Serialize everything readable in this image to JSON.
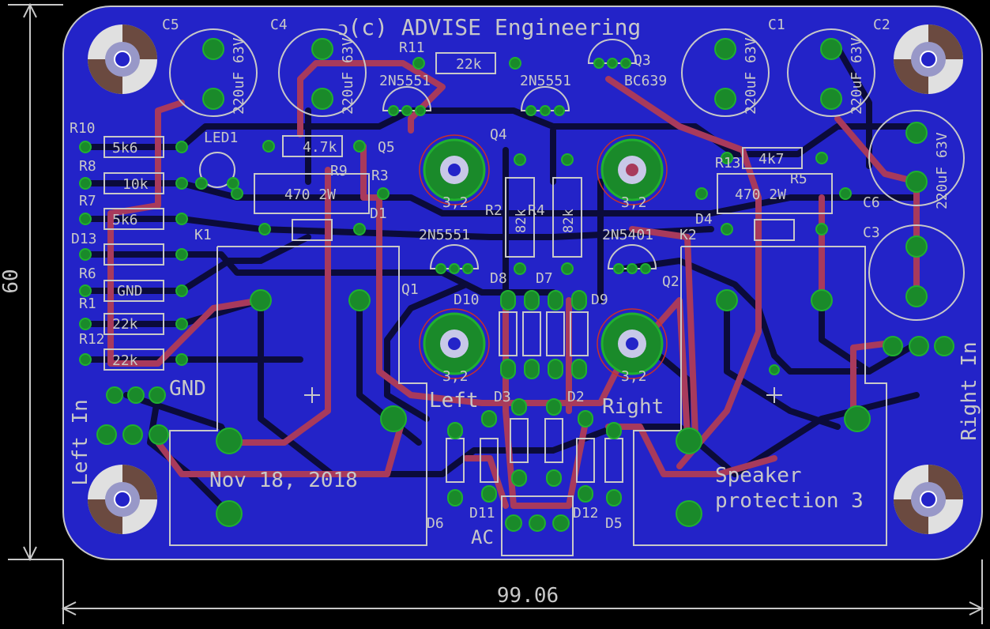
{
  "board": {
    "copyright": "ↄ(c) ADVISE Engineering",
    "date": "Nov 18, 2018",
    "title_line1": "Speaker",
    "title_line2": "protection 3",
    "left_in": "Left In",
    "right_in": "Right In",
    "gnd": "GND",
    "left": "Left",
    "right": "Right",
    "ac": "AC",
    "colors": {
      "background": "#000000",
      "board_fill": "#2323c8",
      "top_trace": "#a83a5c",
      "bottom_trace": "#0b0b3a",
      "pad": "#1a8a2a",
      "silkscreen": "#c8c8c8"
    }
  },
  "dimensions": {
    "width": "99.06",
    "height": "60"
  },
  "capacitors": [
    {
      "ref": "C5",
      "value": "220uF 63V"
    },
    {
      "ref": "C4",
      "value": "220uF 63V"
    },
    {
      "ref": "C1",
      "value": "220uF 63V"
    },
    {
      "ref": "C2",
      "value": "220uF 63V"
    },
    {
      "ref": "C6",
      "value": "220uF 63V"
    },
    {
      "ref": "C3",
      "value": ""
    }
  ],
  "resistors": [
    {
      "ref": "R10",
      "value": "5k6"
    },
    {
      "ref": "R8",
      "value": "10k"
    },
    {
      "ref": "R7",
      "value": "5k6"
    },
    {
      "ref": "R6",
      "value": "GND"
    },
    {
      "ref": "R1",
      "value": "22k"
    },
    {
      "ref": "R12",
      "value": "22k"
    },
    {
      "ref": "R11",
      "value": "22k"
    },
    {
      "ref": "R9",
      "value": "4.7k"
    },
    {
      "ref": "R3",
      "value": "470 2W"
    },
    {
      "ref": "R13",
      "value": "4k7"
    },
    {
      "ref": "R5",
      "value": "470 2W"
    },
    {
      "ref": "R2",
      "value": "82k"
    },
    {
      "ref": "R4",
      "value": "82k"
    }
  ],
  "transistors": [
    {
      "ref": "Q5",
      "type": "2N5551"
    },
    {
      "ref": "Q4",
      "type": "2N5551"
    },
    {
      "ref": "Q3",
      "type": "BC639"
    },
    {
      "ref": "Q1",
      "type": "2N5551"
    },
    {
      "ref": "Q2",
      "type": "2N5401"
    }
  ],
  "diodes": [
    "D1",
    "D2",
    "D3",
    "D4",
    "D5",
    "D6",
    "D7",
    "D8",
    "D9",
    "D10",
    "D11",
    "D12",
    "D13"
  ],
  "other_labels": [
    "LED1",
    "K1",
    "K2",
    "3,2"
  ]
}
